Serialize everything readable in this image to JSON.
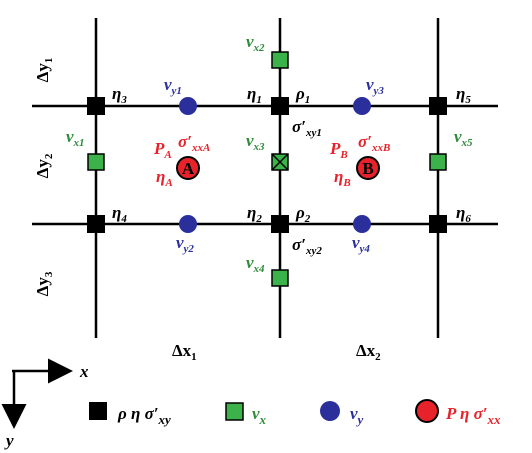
{
  "colors": {
    "grid": "#000000",
    "pressure_fill": "#e8222a",
    "vx_fill": "#3bb24a",
    "vy_fill": "#2b2f9c",
    "vx_text": "#2e8b3a",
    "vy_text": "#2b2f9c",
    "p_text": "#e8222a"
  },
  "spacing_labels": {
    "dy1": "Δy",
    "dy1_sub": "1",
    "dy2": "Δy",
    "dy2_sub": "2",
    "dy3": "Δy",
    "dy3_sub": "3",
    "dx1": "Δx",
    "dx1_sub": "1",
    "dx2": "Δx",
    "dx2_sub": "2"
  },
  "node_labels": {
    "eta1": "η",
    "eta1_sub": "1",
    "eta2": "η",
    "eta2_sub": "2",
    "eta3": "η",
    "eta3_sub": "3",
    "eta4": "η",
    "eta4_sub": "4",
    "eta5": "η",
    "eta5_sub": "5",
    "eta6": "η",
    "eta6_sub": "6",
    "rho1": "ρ",
    "rho1_sub": "1",
    "rho2": "ρ",
    "rho2_sub": "2",
    "sxy1": "σ′",
    "sxy1_sub": "xy1",
    "sxy2": "σ′",
    "sxy2_sub": "xy2"
  },
  "vy_labels": {
    "vy1": "v",
    "vy1_sub": "y1",
    "vy2": "v",
    "vy2_sub": "y2",
    "vy3": "v",
    "vy3_sub": "y3",
    "vy4": "v",
    "vy4_sub": "y4"
  },
  "vx_labels": {
    "vx1": "v",
    "vx1_sub": "x1",
    "vx2": "v",
    "vx2_sub": "x2",
    "vx3": "v",
    "vx3_sub": "x3",
    "vx4": "v",
    "vx4_sub": "x4",
    "vx5": "v",
    "vx5_sub": "x5"
  },
  "cells": {
    "A": {
      "marker": "A",
      "P": "P",
      "P_sub": "A",
      "sigma": "σ′",
      "sigma_sub": "xxA",
      "eta": "η",
      "eta_sub": "A"
    },
    "B": {
      "marker": "B",
      "P": "P",
      "P_sub": "B",
      "sigma": "σ′",
      "sigma_sub": "xxB",
      "eta": "η",
      "eta_sub": "B"
    }
  },
  "axes": {
    "x": "x",
    "y": "y"
  },
  "legend": {
    "basic": "ρ η σ′",
    "basic_sub": "xy",
    "vx": "v",
    "vx_sub": "x",
    "vy": "v",
    "vy_sub": "y",
    "pressure": "P η σ′",
    "pressure_sub": "xx"
  }
}
